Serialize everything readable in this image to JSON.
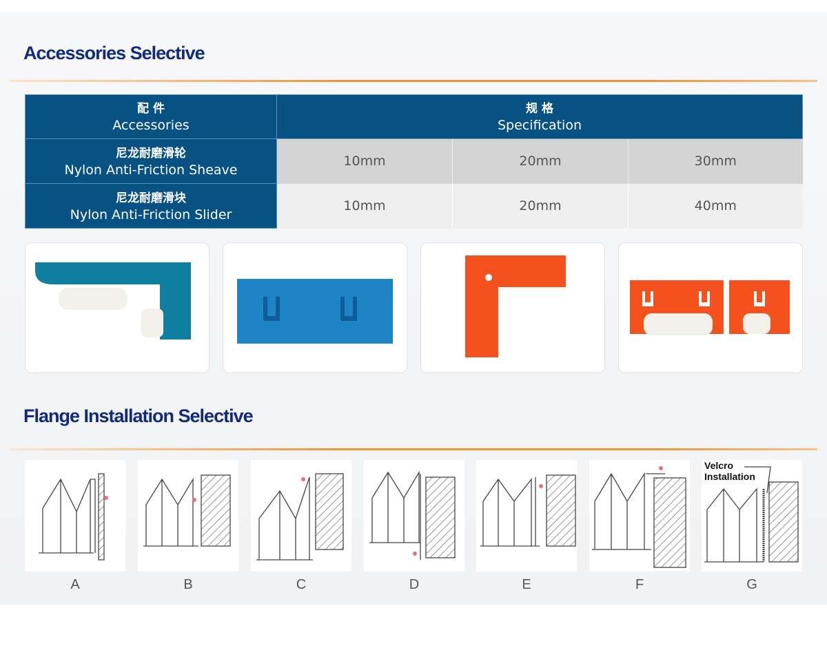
{
  "sections": {
    "accessories_title": "Accessories Selective",
    "flange_title": "Flange Installation Selective"
  },
  "table": {
    "header": {
      "accessories_cn": "配 件",
      "accessories_en": "Accessories",
      "spec_cn": "规 格",
      "spec_en": "Specification"
    },
    "rows": [
      {
        "name_cn": "尼龙耐磨滑轮",
        "name_en": "Nylon Anti-Friction Sheave",
        "values": [
          "10mm",
          "20mm",
          "30mm"
        ]
      },
      {
        "name_cn": "尼龙耐磨滑块",
        "name_en": "Nylon Anti-Friction Slider",
        "values": [
          "10mm",
          "20mm",
          "40mm"
        ]
      }
    ]
  },
  "products": [
    "teal-sheave",
    "blue-slider",
    "orange-l-bracket",
    "orange-slider-with-roller"
  ],
  "flange": {
    "labels": [
      "A",
      "B",
      "C",
      "D",
      "E",
      "F",
      "G"
    ],
    "velcro_label_1": "Velcro",
    "velcro_label_2": "Installation"
  },
  "colors": {
    "title": "#112a80",
    "table_header": "#075282",
    "accent_line": "#f0943a"
  }
}
